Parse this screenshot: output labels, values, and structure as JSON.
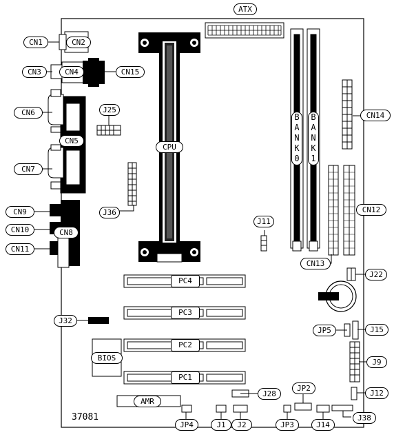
{
  "diagram": {
    "board_id": "37081",
    "connectors": {
      "atx": "ATX",
      "cn1": "CN1",
      "cn2": "CN2",
      "cn3": "CN3",
      "cn4": "CN4",
      "cn5": "CN5",
      "cn6": "CN6",
      "cn7": "CN7",
      "cn8": "CN8",
      "cn9": "CN9",
      "cn10": "CN10",
      "cn11": "CN11",
      "cn12": "CN12",
      "cn13": "CN13",
      "cn14": "CN14",
      "cn15": "CN15"
    },
    "jumpers": {
      "j1": "J1",
      "j2": "J2",
      "j9": "J9",
      "j11": "J11",
      "j12": "J12",
      "j14": "J14",
      "j15": "J15",
      "j22": "J22",
      "j25": "J25",
      "j28": "J28",
      "j32": "J32",
      "j36": "J36",
      "j38": "J38",
      "jp2": "JP2",
      "jp3": "JP3",
      "jp4": "JP4",
      "jp5": "JP5"
    },
    "components": {
      "cpu": "CPU",
      "bios": "BIOS",
      "amr": "AMR",
      "pc1": "PC1",
      "pc2": "PC2",
      "pc3": "PC3",
      "pc4": "PC4"
    },
    "banks": {
      "bank0": [
        "B",
        "A",
        "N",
        "K",
        "0"
      ],
      "bank1": [
        "B",
        "A",
        "N",
        "K",
        "1"
      ]
    }
  }
}
